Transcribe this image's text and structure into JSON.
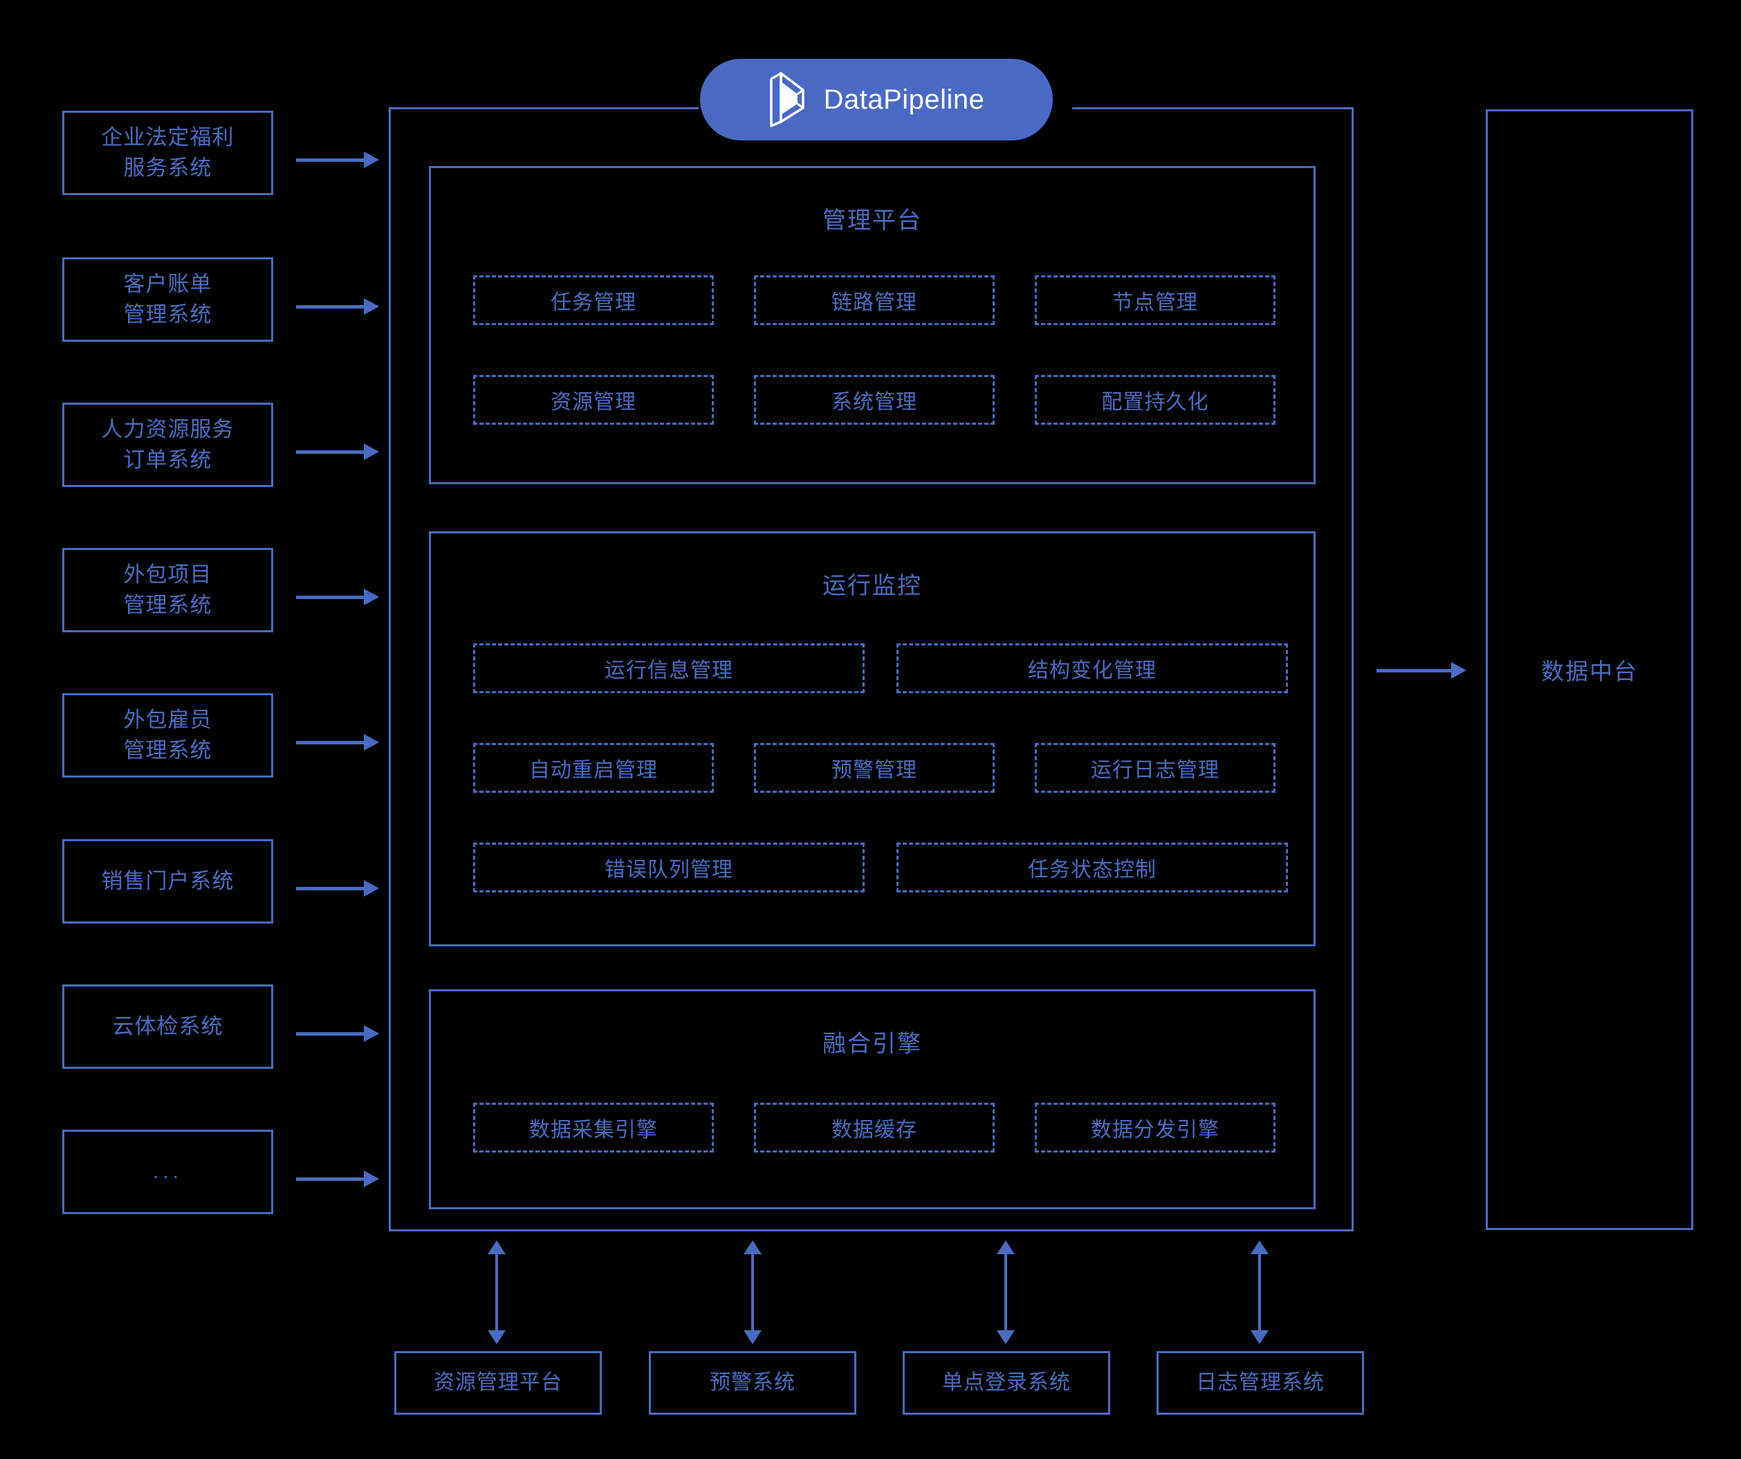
{
  "colors": {
    "background": "#000000",
    "line": "#4a6cc0",
    "text": "#4a6cc0",
    "brand_pill": "#4a69c4",
    "brand_text": "#ffffff"
  },
  "brand": {
    "name": "DataPipeline",
    "logo_icon": "datapipeline-prism-logo"
  },
  "source_systems": [
    {
      "lines": [
        "企业法定福利",
        "服务系统"
      ]
    },
    {
      "lines": [
        "客户账单",
        "管理系统"
      ]
    },
    {
      "lines": [
        "人力资源服务",
        "订单系统"
      ]
    },
    {
      "lines": [
        "外包项目",
        "管理系统"
      ]
    },
    {
      "lines": [
        "外包雇员",
        "管理系统"
      ]
    },
    {
      "lines": [
        "销售门户系统"
      ]
    },
    {
      "lines": [
        "云体检系统"
      ]
    },
    {
      "lines": [
        "..."
      ]
    }
  ],
  "sections": [
    {
      "title": "管理平台",
      "modules": [
        "任务管理",
        "链路管理",
        "节点管理",
        "资源管理",
        "系统管理",
        "配置持久化"
      ]
    },
    {
      "title": "运行监控",
      "modules": [
        "运行信息管理",
        "结构变化管理",
        "自动重启管理",
        "预警管理",
        "运行日志管理",
        "错误队列管理",
        "任务状态控制"
      ]
    },
    {
      "title": "融合引擎",
      "modules": [
        "数据采集引擎",
        "数据缓存",
        "数据分发引擎"
      ]
    }
  ],
  "output": {
    "label": "数据中台"
  },
  "supporting_platforms": [
    "资源管理平台",
    "预警系统",
    "单点登录系统",
    "日志管理系统"
  ]
}
